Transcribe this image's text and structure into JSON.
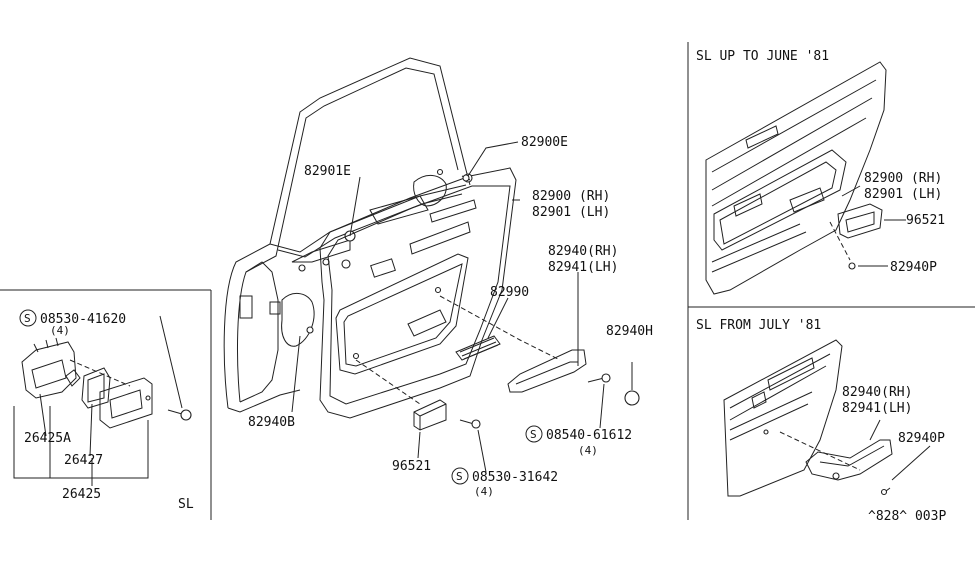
{
  "diagram": {
    "main": {
      "labels": {
        "p82900E": "82900E",
        "p82901E": "82901E",
        "p82900rh": "82900 (RH)",
        "p82901lh": "82901 (LH)",
        "p82940rh": "82940(RH)",
        "p82941lh": "82941(LH)",
        "p82990": "82990",
        "p82940H": "82940H",
        "p82940B": "82940B",
        "p96521": "96521",
        "s08540": "08540-61612",
        "s08540_qty": "(4)",
        "s08530b": "08530-31642",
        "s08530b_qty": "(4)"
      }
    },
    "left_inset": {
      "labels": {
        "s08530a": "08530-41620",
        "s08530a_qty": "(4)",
        "p26425A": "26425A",
        "p26427": "26427",
        "p26425": "26425",
        "variant": "SL"
      }
    },
    "inset_top": {
      "title": "SL UP TO JUNE '81",
      "labels": {
        "p82900rh": "82900 (RH)",
        "p82901lh": "82901 (LH)",
        "p96521": "96521",
        "p82940P": "82940P"
      }
    },
    "inset_bottom": {
      "title": "SL FROM JULY '81",
      "labels": {
        "p82940rh": "82940(RH)",
        "p82941lh": "82941(LH)",
        "p82940P": "82940P"
      }
    },
    "symbol_S": "S",
    "footer_code": "^828^ 003P"
  }
}
